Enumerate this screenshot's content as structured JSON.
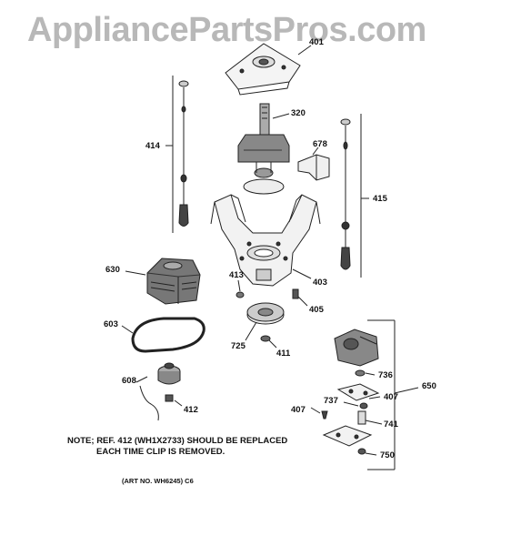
{
  "watermark": "AppliancePartsPros.com",
  "labels": {
    "p401": "401",
    "p320": "320",
    "p414": "414",
    "p678": "678",
    "p415": "415",
    "p630": "630",
    "p413": "413",
    "p403": "403",
    "p405": "405",
    "p603": "603",
    "p725": "725",
    "p411": "411",
    "p608": "608",
    "p412": "412",
    "p736": "736",
    "p650": "650",
    "p407a": "407",
    "p737": "737",
    "p407b": "407",
    "p741": "741",
    "p750": "750"
  },
  "note": {
    "line1": "NOTE; REF. 412 (WH1X2733) SHOULD BE REPLACED",
    "line2": "EACH TIME CLIP IS REMOVED."
  },
  "art_number": "(ART NO. WH6245) C6"
}
